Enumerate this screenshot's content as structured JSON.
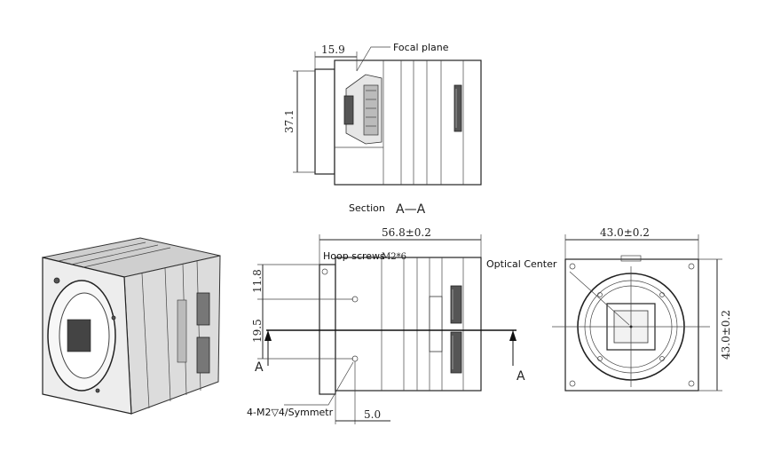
{
  "labels": {
    "focal_plane": "Focal plane",
    "section": "Section",
    "section_id": "A—A",
    "hoop_screws": "Hoop screws",
    "hoop_spec": "M2*6",
    "optical_center": "Optical Center",
    "screw_note": "4-M2▽4/Symmetr",
    "section_marker": "A"
  },
  "dimensions": {
    "top_width": "15.9",
    "top_height": "37.1",
    "side_width": "56.8±0.2",
    "side_11_8": "11.8",
    "side_19_5": "19.5",
    "side_5_0": "5.0",
    "front_width": "43.0±0.2",
    "front_height": "43.0±0.2"
  }
}
